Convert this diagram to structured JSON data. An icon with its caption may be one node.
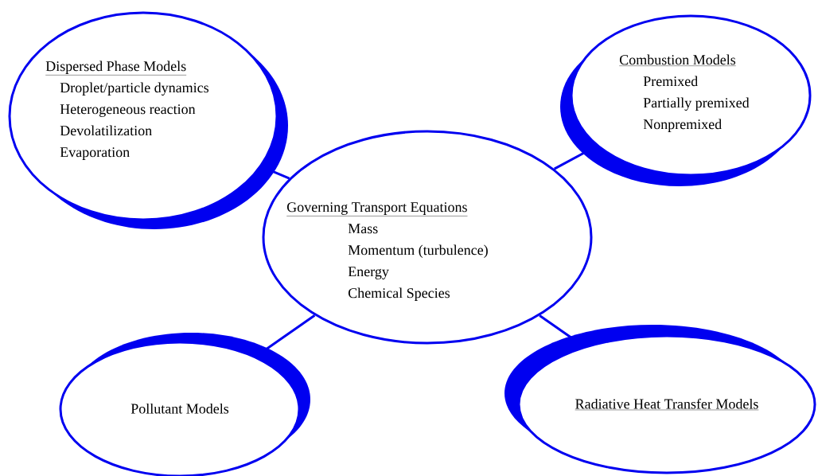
{
  "diagram": {
    "nodes": [
      {
        "text": [
          "Dispersed Phase Models",
          "Droplet/particle dynamics",
          "Heterogeneous reaction",
          "Devolatilization",
          "Evaporation"
        ]
      },
      {
        "text": [
          "Combustion Models",
          "Premixed",
          "Partially premixed",
          "Nonpremixed"
        ]
      },
      {
        "text": [
          "Governing Transport Equations",
          "Mass",
          "Momentum (turbulence)",
          "Energy",
          "Chemical Species"
        ]
      },
      {
        "text": [
          "Pollutant Models"
        ]
      },
      {
        "text": [
          "Radiative Heat Transfer Models"
        ]
      }
    ],
    "edges": [
      {
        "from": 0,
        "to": 2,
        "arrow": "none"
      },
      {
        "from": 2,
        "to": 1,
        "arrow": "none"
      },
      {
        "from": 2,
        "to": 3,
        "arrow": "none"
      },
      {
        "from": 2,
        "to": 4,
        "arrow": "none"
      }
    ]
  }
}
